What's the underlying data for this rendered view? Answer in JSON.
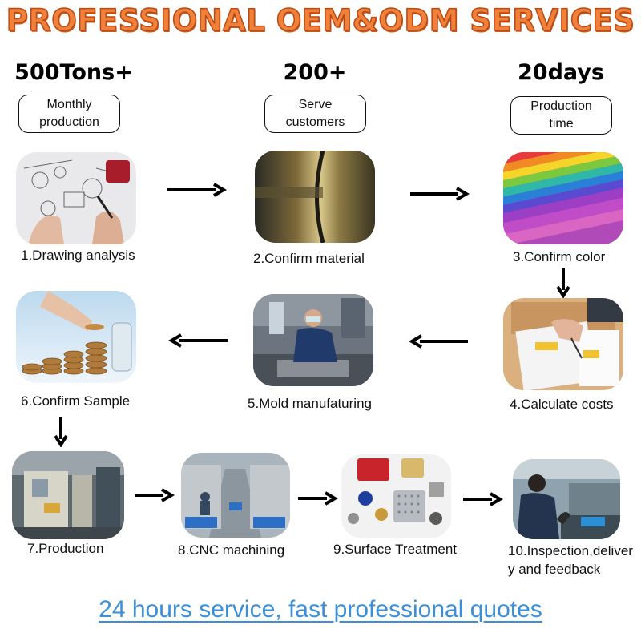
{
  "title": "PROFESSIONAL OEM&ODM SERVICES",
  "stats": [
    {
      "value": "500Tons+",
      "box_text": "Monthly\nproduction"
    },
    {
      "value": "200+",
      "box_text": "Serve\ncustomers"
    },
    {
      "value": "20days",
      "box_text": "Production\ntime"
    }
  ],
  "steps": [
    {
      "label": "1.Drawing analysis"
    },
    {
      "label": "2.Confirm material"
    },
    {
      "label": "3.Confirm color"
    },
    {
      "label": "4.Calculate costs"
    },
    {
      "label": "5.Mold manufaturing"
    },
    {
      "label": "6.Confirm Sample"
    },
    {
      "label": "7.Production"
    },
    {
      "label": "8.CNC machining"
    },
    {
      "label": "9.Surface Treatment"
    },
    {
      "label": "10.Inspection,delivery and feedback"
    }
  ],
  "footer": "24 hours service, fast professional quotes",
  "colors": {
    "title_fill": "#f0803a",
    "title_outline": "#b84a14",
    "footer_link": "#3b8fd8"
  }
}
